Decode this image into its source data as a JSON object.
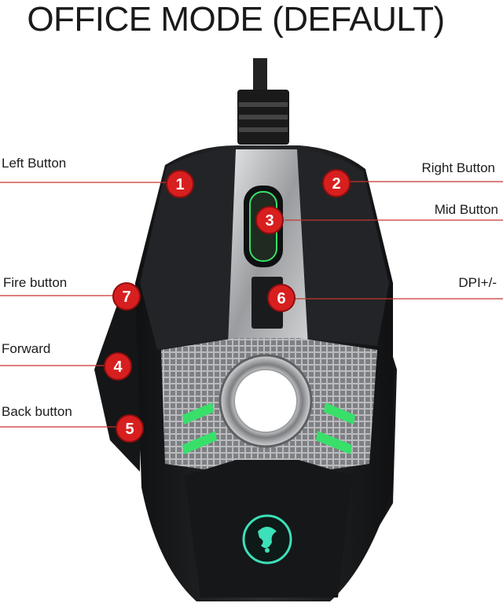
{
  "title": "OFFICE MODE (DEFAULT)",
  "callouts": [
    {
      "number": "1",
      "label": "Left Button",
      "side": "left"
    },
    {
      "number": "2",
      "label": "Right Button",
      "side": "right"
    },
    {
      "number": "3",
      "label": "Mid Button",
      "side": "right"
    },
    {
      "number": "6",
      "label": "DPI+/-",
      "side": "right"
    },
    {
      "number": "7",
      "label": "Fire button",
      "side": "left"
    },
    {
      "number": "4",
      "label": "Forward",
      "side": "left"
    },
    {
      "number": "5",
      "label": "Back button",
      "side": "left"
    }
  ],
  "colors": {
    "badge": "#d81f1f",
    "leader_line": "#c8352f",
    "mouse_body": "#1b1c1e",
    "metal": "#a9abad",
    "led": "#38e06a"
  },
  "icons": [
    "scorpion-logo-icon"
  ]
}
